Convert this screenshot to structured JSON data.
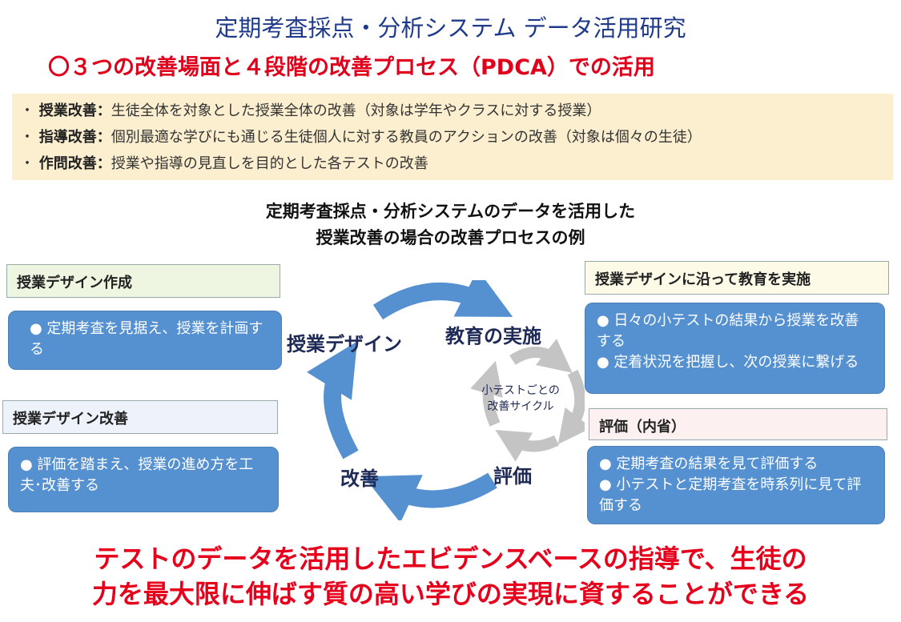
{
  "title": "定期考査採点・分析システム データ活用研究",
  "subtitle": "〇３つの改善場面と４段階の改善プロセス（PDCA）での活用",
  "scenes": [
    {
      "term": "授業改善：",
      "desc": "生徒全体を対象とした授業全体の改善（対象は学年やクラスに対する授業）"
    },
    {
      "term": "指導改善：",
      "desc": "個別最適な学びにも通じる生徒個人に対する教員のアクションの改善（対象は個々の生徒）"
    },
    {
      "term": "作問改善：",
      "desc": "授業や指導の見直しを目的とした各テストの改善"
    }
  ],
  "process_heading": [
    "定期考査採点・分析システムのデータを活用した",
    "授業改善の場合の改善プロセスの例"
  ],
  "cycle": {
    "plan": "授業デザイン",
    "do": "教育の実施",
    "check": "評価",
    "act": "改善",
    "inner": [
      "小テストごとの",
      "改善サイクル"
    ]
  },
  "boxes": {
    "design_create": {
      "title": "授業デザイン作成",
      "items": [
        "● 定期考査を見据え、授業を計画する"
      ]
    },
    "design_improve": {
      "title": "授業デザイン改善",
      "items": [
        "● 評価を踏まえ、授業の進め方を工夫･改善する"
      ]
    },
    "implement": {
      "title": "授業デザインに沿って教育を実施",
      "items": [
        "● 日々の小テストの結果から授業を改善する",
        "● 定着状況を把握し、次の授業に繋げる"
      ]
    },
    "evaluate": {
      "title": "評価（内省）",
      "items": [
        "● 定期考査の結果を見て評価する",
        "● 小テストと定期考査を時系列に見て評価する"
      ]
    }
  },
  "conclusion": [
    "テストのデータを活用したエビデンスベースの指導で、生徒の",
    "力を最大限に伸ばす質の高い学びの実現に資することができる"
  ],
  "colors": {
    "title": "#1f3a8a",
    "red": "#e0001b",
    "blue": "#5591d0",
    "gray": "#c0c0c0"
  }
}
